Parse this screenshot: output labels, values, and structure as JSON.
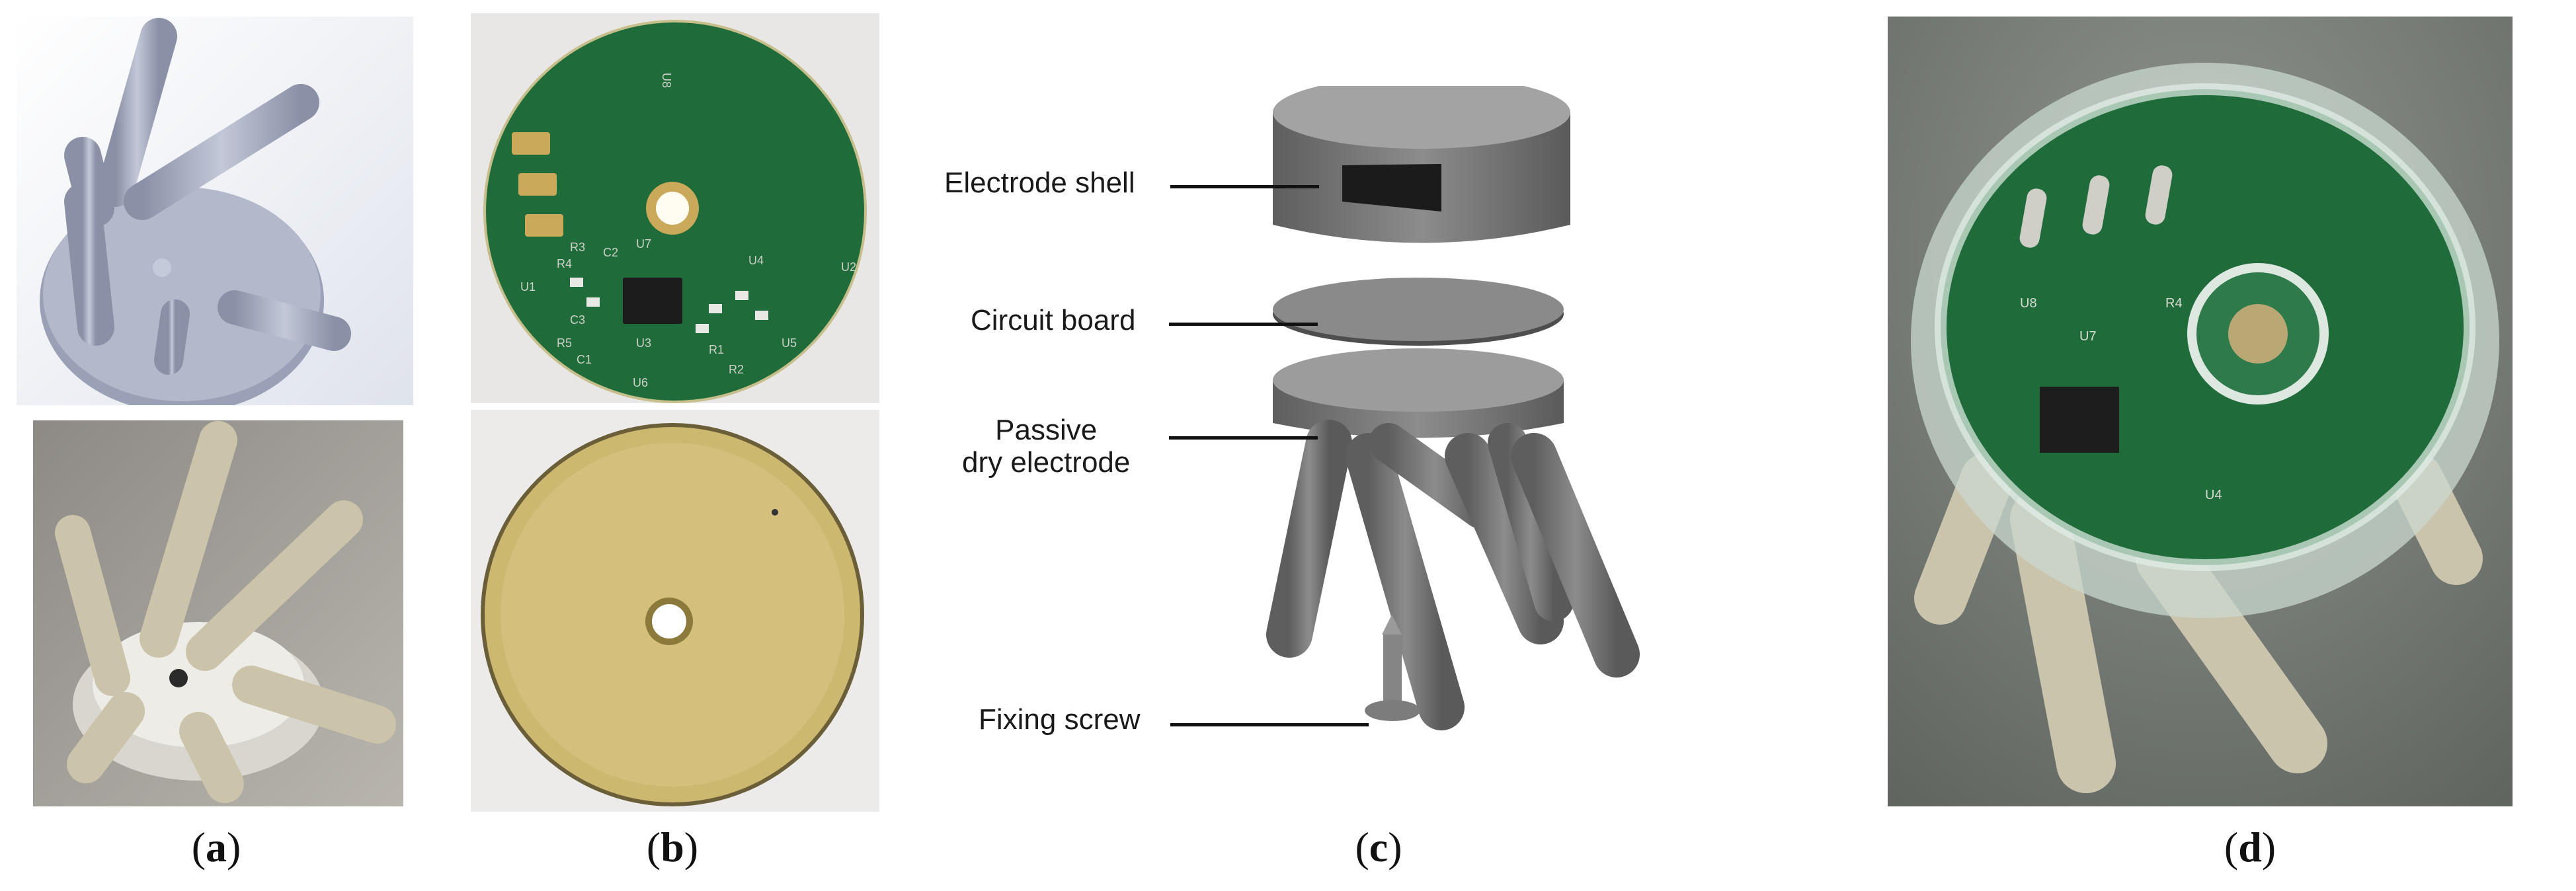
{
  "panels": {
    "a": {
      "label": "a",
      "description_top": "",
      "description_bottom": ""
    },
    "b": {
      "label": "b",
      "silkscreen": [
        "U8",
        "U7",
        "C2",
        "R3",
        "R4",
        "U1",
        "U4",
        "U2",
        "C3",
        "R5",
        "C1",
        "U3",
        "U5",
        "R1",
        "R2",
        "U6"
      ]
    },
    "c": {
      "label": "c",
      "callouts": {
        "shell": "Electrode shell",
        "board": "Circuit board",
        "dry_1": "Passive",
        "dry_2": "dry electrode",
        "screw": "Fixing screw"
      }
    },
    "d": {
      "label": "d",
      "silkscreen": [
        "U8",
        "U7",
        "R4",
        "U4"
      ]
    }
  },
  "colors": {
    "pcb_green": "#1f6b3a",
    "gold": "#c9ad63",
    "model_blue": "#a9afc4",
    "render_gray": "#6b6b6b",
    "ceramic": "#c8c1ad"
  }
}
